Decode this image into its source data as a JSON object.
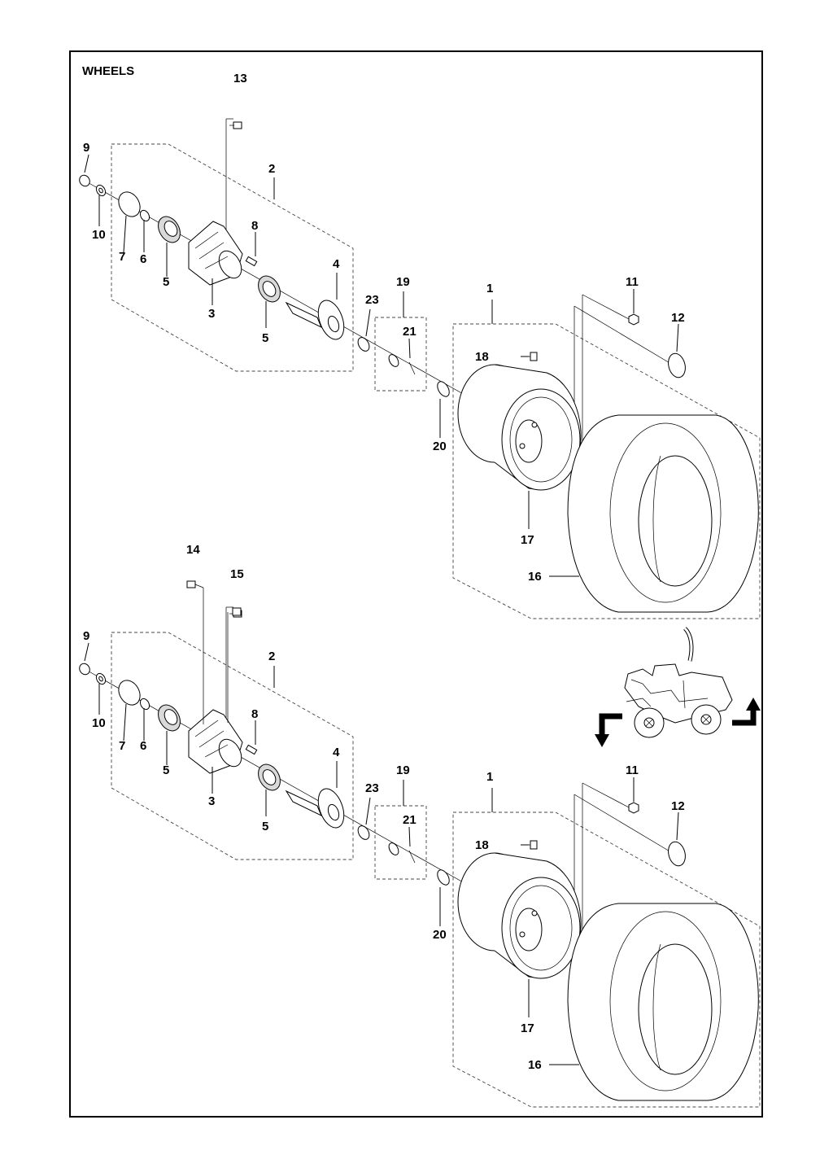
{
  "title": "WHEELS",
  "groups": [
    {
      "id": "rear",
      "labels": [
        "13",
        "9",
        "2",
        "10",
        "7",
        "6",
        "8",
        "5",
        "3",
        "4",
        "5",
        "19",
        "1",
        "11",
        "12",
        "23",
        "21",
        "18",
        "20",
        "17",
        "16"
      ]
    },
    {
      "id": "front",
      "labels": [
        "14",
        "15",
        "9",
        "2",
        "10",
        "7",
        "6",
        "8",
        "5",
        "3",
        "4",
        "5",
        "19",
        "1",
        "11",
        "12",
        "23",
        "21",
        "18",
        "20",
        "17",
        "16"
      ]
    }
  ]
}
